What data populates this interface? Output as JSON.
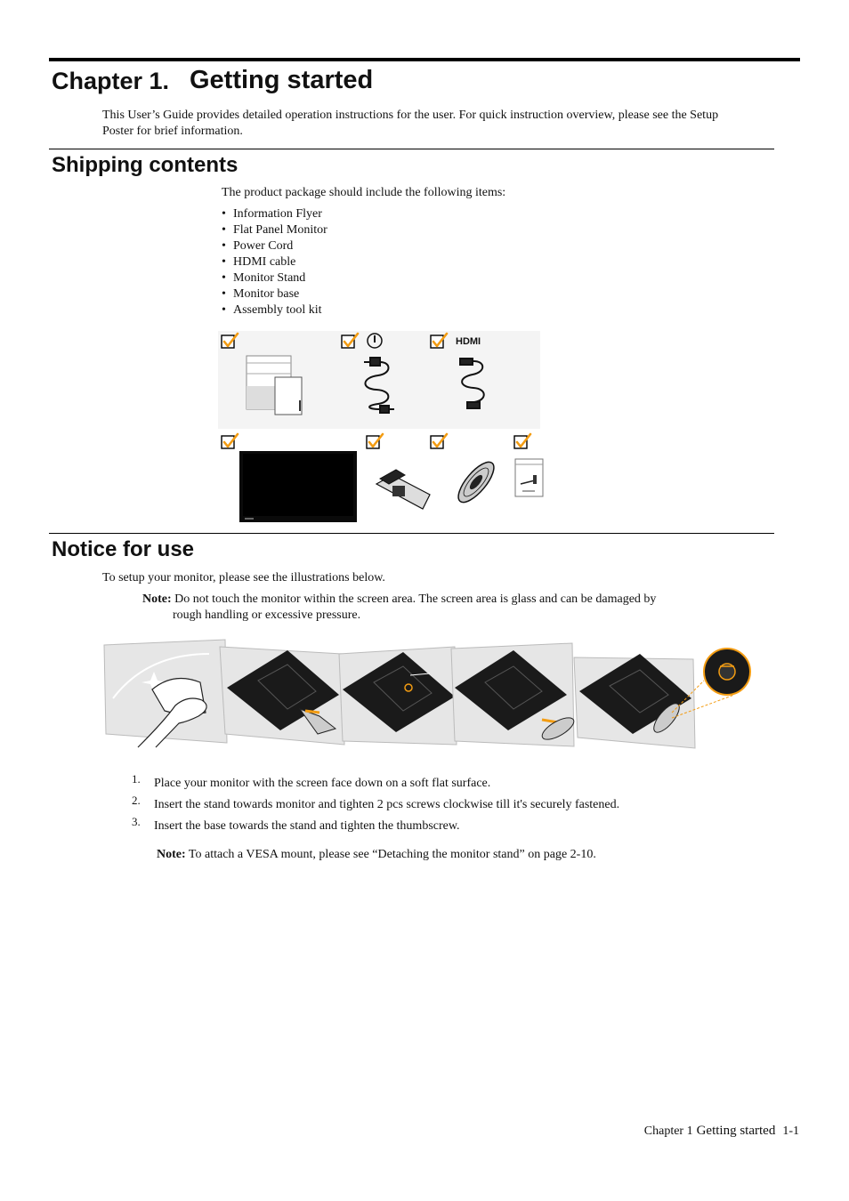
{
  "chapter": {
    "number": "Chapter 1.",
    "title": "Getting started"
  },
  "intro": "This User’s Guide provides detailed operation instructions for the user. For quick instruction overview, please see the Setup Poster for brief information.",
  "shipping": {
    "heading": "Shipping contents",
    "lead": "The product package should include the following items:",
    "items": [
      "Information Flyer",
      "Flat Panel Monitor",
      "Power Cord",
      "HDMI cable",
      "Monitor Stand",
      "Monitor base",
      "Assembly tool kit"
    ],
    "hdmi_label": "HDMI"
  },
  "notice": {
    "heading": "Notice for use",
    "lead": "To setup your monitor, please see the illustrations below.",
    "note_label": "Note:",
    "note_line1": "Do not touch the monitor within the screen area. The screen area is glass and can be damaged by",
    "note_line2": "rough handling or excessive pressure.",
    "steps": [
      {
        "num": "1.",
        "text": "Place your monitor with the screen face down on a soft flat surface."
      },
      {
        "num": "2.",
        "text": "Insert the stand towards monitor and tighten 2 pcs screws clockwise till it's securely fastened."
      },
      {
        "num": "3.",
        "text": "Insert the base towards the stand and tighten the thumbscrew."
      }
    ],
    "note2_label": "Note:",
    "note2_text": "To attach a VESA mount, please see “Detaching the monitor stand” on page 2-10."
  },
  "footer": {
    "chapter": "Chapter 1",
    "title": "Getting started",
    "page": "1-1"
  },
  "colors": {
    "check_orange": "#f39c12",
    "rule": "#000000",
    "monitor_black": "#0a0a0a"
  }
}
